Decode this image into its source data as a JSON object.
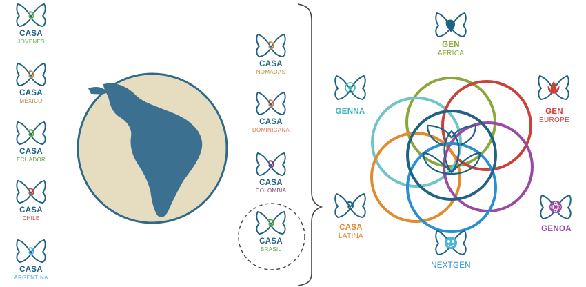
{
  "left_column": [
    {
      "line1": "CASA",
      "line2": "JÓVENES",
      "accent": "#6ab04c"
    },
    {
      "line1": "CASA",
      "line2": "MÉXICO",
      "accent": "#c08a3e"
    },
    {
      "line1": "CASA",
      "line2": "ECUADOR",
      "accent": "#5aa83c"
    },
    {
      "line1": "CASA",
      "line2": "CHILE",
      "accent": "#c9473a"
    },
    {
      "line1": "CASA",
      "line2": "ARGENTINA",
      "accent": "#4db3e0"
    }
  ],
  "middle_column": [
    {
      "line1": "CASA",
      "line2": "NOMADAS",
      "accent": "#c08a3e"
    },
    {
      "line1": "CASA",
      "line2": "DOMINICANA",
      "accent": "#e0714f"
    },
    {
      "line1": "CASA",
      "line2": "COLOMBIA",
      "accent": "#7a3f7a"
    },
    {
      "line1": "CASA",
      "line2": "BRASIL",
      "accent": "#5aa83c"
    }
  ],
  "gen_nodes": [
    {
      "line1": "GEN",
      "line2": "AFRICA",
      "accent": "#8aa83a"
    },
    {
      "line1": "GENNA",
      "line2": "",
      "accent": "#3bb1b8"
    },
    {
      "line1": "GEN",
      "line2": "EUROPE",
      "accent": "#c9423a"
    },
    {
      "line1": "CASA",
      "line2": "LATINA",
      "accent": "#e3892e"
    },
    {
      "line1": "NEXTGEN",
      "line2": "",
      "accent": "#2a8fd0"
    },
    {
      "line1": "GENOA",
      "line2": "",
      "accent": "#9a4aa3"
    }
  ],
  "colors": {
    "brand_blue": "#1f6283",
    "ocean": "#e6dcc0",
    "land": "#3b7090",
    "ring_africa": "#8aa83a",
    "ring_europe": "#c9423a",
    "ring_genoa": "#9a4aa3",
    "ring_nextgen": "#2a8fd0",
    "ring_latina": "#e3892e",
    "ring_genna": "#6fc4c8",
    "center": "#1f6283"
  }
}
